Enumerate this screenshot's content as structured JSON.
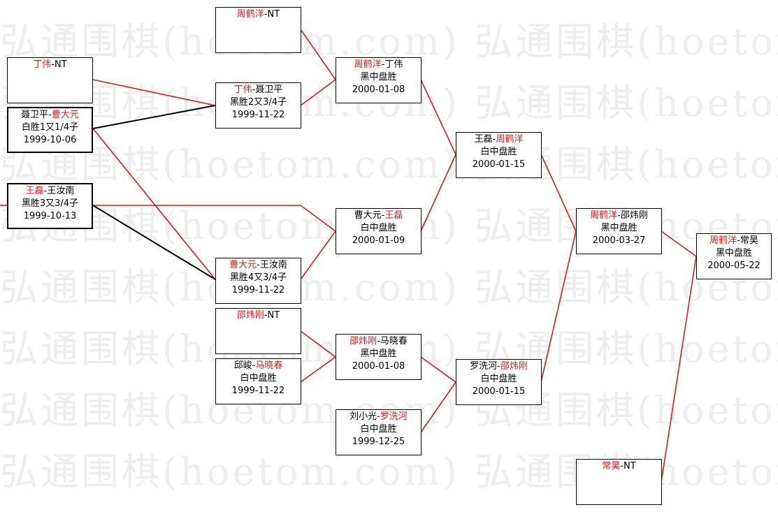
{
  "watermark": "弘通围棋(hoetom.com) 弘通围棋(hoetom.com)",
  "colors": {
    "winner_text": "#e01818",
    "winner_line": "#e01818",
    "loser_line": "#000000"
  },
  "matches": [
    {
      "id": "m01",
      "a": "周鹤洋",
      "sep": "-",
      "b": "NT",
      "winner": "a",
      "result": "",
      "date": ""
    },
    {
      "id": "m02",
      "a": "丁伟",
      "sep": "-",
      "b": "NT",
      "winner": "a",
      "result": "",
      "date": ""
    },
    {
      "id": "m03",
      "a": "聂卫平",
      "sep": "-",
      "b": "曹大元",
      "winner": "b",
      "result": "白胜1又1/4子",
      "date": "1999-10-06"
    },
    {
      "id": "m04",
      "a": "王磊",
      "sep": "-",
      "b": "王汝南",
      "winner": "a",
      "result": "黑胜3又3/4子",
      "date": "1999-10-13"
    },
    {
      "id": "m05",
      "a": "丁伟",
      "sep": "-",
      "b": "聂卫平",
      "winner": "a",
      "result": "黑胜2又3/4子",
      "date": "1999-11-22"
    },
    {
      "id": "m06",
      "a": "曹大元",
      "sep": "-",
      "b": "王汝南",
      "winner": "a",
      "result": "黑胜4又3/4子",
      "date": "1999-11-22"
    },
    {
      "id": "m07",
      "a": "邵炜刚",
      "sep": "-",
      "b": "NT",
      "winner": "a",
      "result": "",
      "date": ""
    },
    {
      "id": "m08",
      "a": "邱峻",
      "sep": "-",
      "b": "马晓春",
      "winner": "b",
      "result": "白中盘胜",
      "date": "1999-11-22"
    },
    {
      "id": "m09",
      "a": "周鹤洋",
      "sep": "-",
      "b": "丁伟",
      "winner": "a",
      "result": "黑中盘胜",
      "date": "2000-01-08"
    },
    {
      "id": "m10",
      "a": "曹大元",
      "sep": "-",
      "b": "王磊",
      "winner": "b",
      "result": "白中盘胜",
      "date": "2000-01-09"
    },
    {
      "id": "m11",
      "a": "邵炜刚",
      "sep": "-",
      "b": "马晓春",
      "winner": "a",
      "result": "黑中盘胜",
      "date": "2000-01-08"
    },
    {
      "id": "m12",
      "a": "刘小光",
      "sep": "-",
      "b": "罗洗河",
      "winner": "b",
      "result": "白中盘胜",
      "date": "1999-12-25"
    },
    {
      "id": "m13",
      "a": "王磊",
      "sep": "-",
      "b": "周鹤洋",
      "winner": "b",
      "result": "白中盘胜",
      "date": "2000-01-15"
    },
    {
      "id": "m14",
      "a": "罗洗河",
      "sep": "-",
      "b": "邵炜刚",
      "winner": "b",
      "result": "白中盘胜",
      "date": "2000-01-15"
    },
    {
      "id": "m15",
      "a": "周鹤洋",
      "sep": "-",
      "b": "邵炜刚",
      "winner": "a",
      "result": "黑中盘胜",
      "date": "2000-03-27"
    },
    {
      "id": "m16",
      "a": "周鹤洋",
      "sep": "-",
      "b": "常昊",
      "winner": "a",
      "result": "黑中盘胜",
      "date": "2000-05-22"
    },
    {
      "id": "m17",
      "a": "常昊",
      "sep": "-",
      "b": "NT",
      "winner": "a",
      "result": "",
      "date": ""
    }
  ]
}
